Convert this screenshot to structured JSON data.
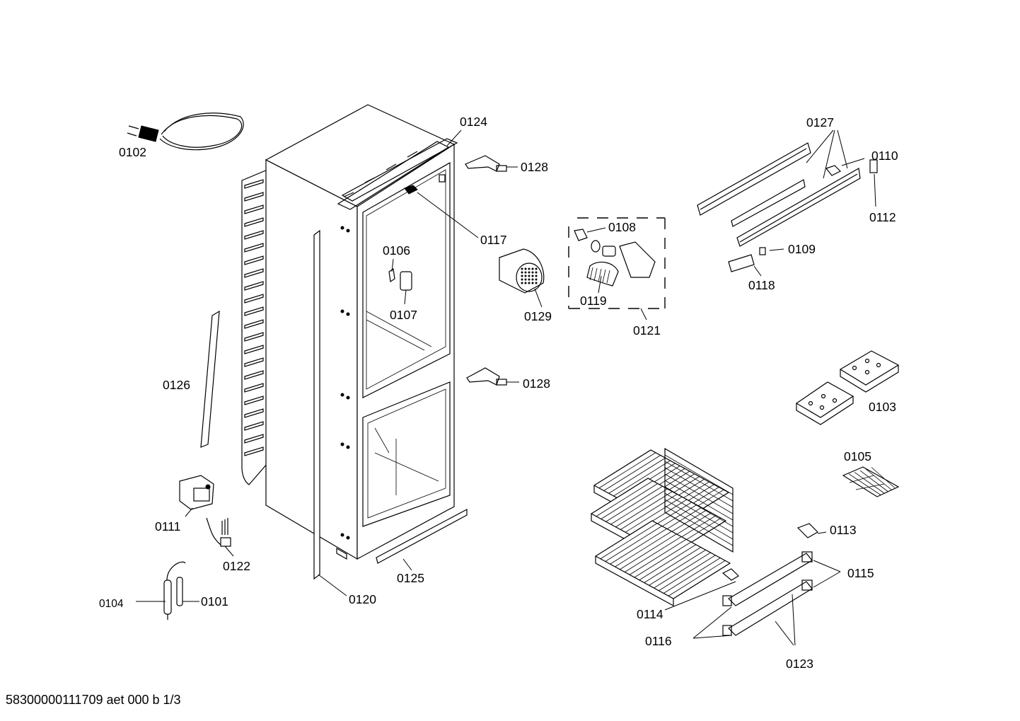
{
  "callouts": {
    "c0101": "0101",
    "c0102": "0102",
    "c0103": "0103",
    "c0104": "0104",
    "c0105": "0105",
    "c0106": "0106",
    "c0107": "0107",
    "c0108": "0108",
    "c0109": "0109",
    "c0110": "0110",
    "c0111": "0111",
    "c0112": "0112",
    "c0113": "0113",
    "c0114": "0114",
    "c0115": "0115",
    "c0116": "0116",
    "c0117": "0117",
    "c0118": "0118",
    "c0119": "0119",
    "c0120": "0120",
    "c0121": "0121",
    "c0122": "0122",
    "c0123": "0123",
    "c0124": "0124",
    "c0125": "0125",
    "c0126": "0126",
    "c0127": "0127",
    "c0128a": "0128",
    "c0128b": "0128",
    "c0129": "0129"
  },
  "footer": {
    "doc_id": "58300000111709 aet 000 b 1/3"
  }
}
